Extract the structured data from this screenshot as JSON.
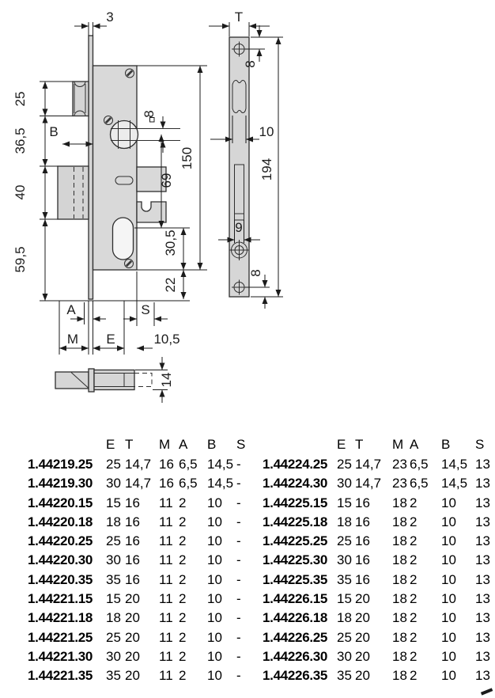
{
  "colors": {
    "line": "#2e2e2e",
    "dim_text": "#1c1c1c",
    "case_fill": "#d9d9d9",
    "part_fill": "#d4d4d4",
    "hole_fill": "#f2f2f2"
  },
  "drawing": {
    "main_view": {
      "plate_thickness": "3",
      "latch_height": "25",
      "latch_to_bolt": "36,5",
      "bolt_label": "B",
      "bolt_height": "40",
      "bolt_to_bottom": "59,5",
      "dim_a": "A",
      "dim_m": "M",
      "dim_e": "E",
      "dim_s": "S",
      "edge_offset": "10,5",
      "spindle_size": "8",
      "case_height": "150",
      "centre_distance": "69",
      "cyl_to_bottom": "30,5",
      "plate_overhang": "22"
    },
    "faceplate_view": {
      "width_label": "T",
      "top_screw_offset": "8",
      "latch_cutout_width": "10",
      "plate_height": "194",
      "cyl_slot_width": "9",
      "bottom_screw_offset": "8"
    },
    "side_view": {
      "case_depth": "14"
    }
  },
  "table": {
    "headers": [
      "E",
      "T",
      "M",
      "A",
      "B",
      "S"
    ],
    "left_rows": [
      {
        "code": "1.44219.25",
        "values": [
          "25",
          "14,7",
          "16",
          "6,5",
          "14,5",
          "-"
        ]
      },
      {
        "code": "1.44219.30",
        "values": [
          "30",
          "14,7",
          "16",
          "6,5",
          "14,5",
          "-"
        ]
      },
      {
        "code": "1.44220.15",
        "values": [
          "15",
          "16",
          "11",
          "2",
          "10",
          "-"
        ]
      },
      {
        "code": "1.44220.18",
        "values": [
          "18",
          "16",
          "11",
          "2",
          "10",
          "-"
        ]
      },
      {
        "code": "1.44220.25",
        "values": [
          "25",
          "16",
          "11",
          "2",
          "10",
          "-"
        ]
      },
      {
        "code": "1.44220.30",
        "values": [
          "30",
          "16",
          "11",
          "2",
          "10",
          "-"
        ]
      },
      {
        "code": "1.44220.35",
        "values": [
          "35",
          "16",
          "11",
          "2",
          "10",
          "-"
        ]
      },
      {
        "code": "1.44221.15",
        "values": [
          "15",
          "20",
          "11",
          "2",
          "10",
          "-"
        ]
      },
      {
        "code": "1.44221.18",
        "values": [
          "18",
          "20",
          "11",
          "2",
          "10",
          "-"
        ]
      },
      {
        "code": "1.44221.25",
        "values": [
          "25",
          "20",
          "11",
          "2",
          "10",
          "-"
        ]
      },
      {
        "code": "1.44221.30",
        "values": [
          "30",
          "20",
          "11",
          "2",
          "10",
          "-"
        ]
      },
      {
        "code": "1.44221.35",
        "values": [
          "35",
          "20",
          "11",
          "2",
          "10",
          "-"
        ]
      }
    ],
    "right_rows": [
      {
        "code": "1.44224.25",
        "values": [
          "25",
          "14,7",
          "23",
          "6,5",
          "14,5",
          "13"
        ]
      },
      {
        "code": "1.44224.30",
        "values": [
          "30",
          "14,7",
          "23",
          "6,5",
          "14,5",
          "13"
        ]
      },
      {
        "code": "1.44225.15",
        "values": [
          "15",
          "16",
          "18",
          "2",
          "10",
          "13"
        ]
      },
      {
        "code": "1.44225.18",
        "values": [
          "18",
          "16",
          "18",
          "2",
          "10",
          "13"
        ]
      },
      {
        "code": "1.44225.25",
        "values": [
          "25",
          "16",
          "18",
          "2",
          "10",
          "13"
        ]
      },
      {
        "code": "1.44225.30",
        "values": [
          "30",
          "16",
          "18",
          "2",
          "10",
          "13"
        ]
      },
      {
        "code": "1.44225.35",
        "values": [
          "35",
          "16",
          "18",
          "2",
          "10",
          "13"
        ]
      },
      {
        "code": "1.44226.15",
        "values": [
          "15",
          "20",
          "18",
          "2",
          "10",
          "13"
        ]
      },
      {
        "code": "1.44226.18",
        "values": [
          "18",
          "20",
          "18",
          "2",
          "10",
          "13"
        ]
      },
      {
        "code": "1.44226.25",
        "values": [
          "25",
          "20",
          "18",
          "2",
          "10",
          "13"
        ]
      },
      {
        "code": "1.44226.30",
        "values": [
          "30",
          "20",
          "18",
          "2",
          "10",
          "13"
        ]
      },
      {
        "code": "1.44226.35",
        "values": [
          "35",
          "20",
          "18",
          "2",
          "10",
          "13"
        ]
      }
    ]
  }
}
